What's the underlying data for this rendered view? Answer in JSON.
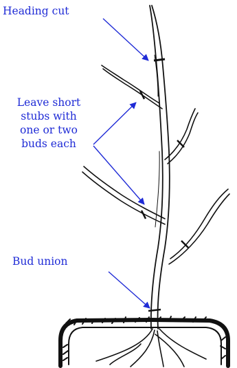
{
  "labels": {
    "heading_cut": "Heading cut",
    "stubs_lines": [
      "Leave short",
      "stubs with",
      "one or two",
      "buds each"
    ],
    "bud_union": "Bud union"
  },
  "colors": {
    "label_text": "#1f2bd6",
    "arrow": "#1f2bd6",
    "drawing": "#111111"
  }
}
